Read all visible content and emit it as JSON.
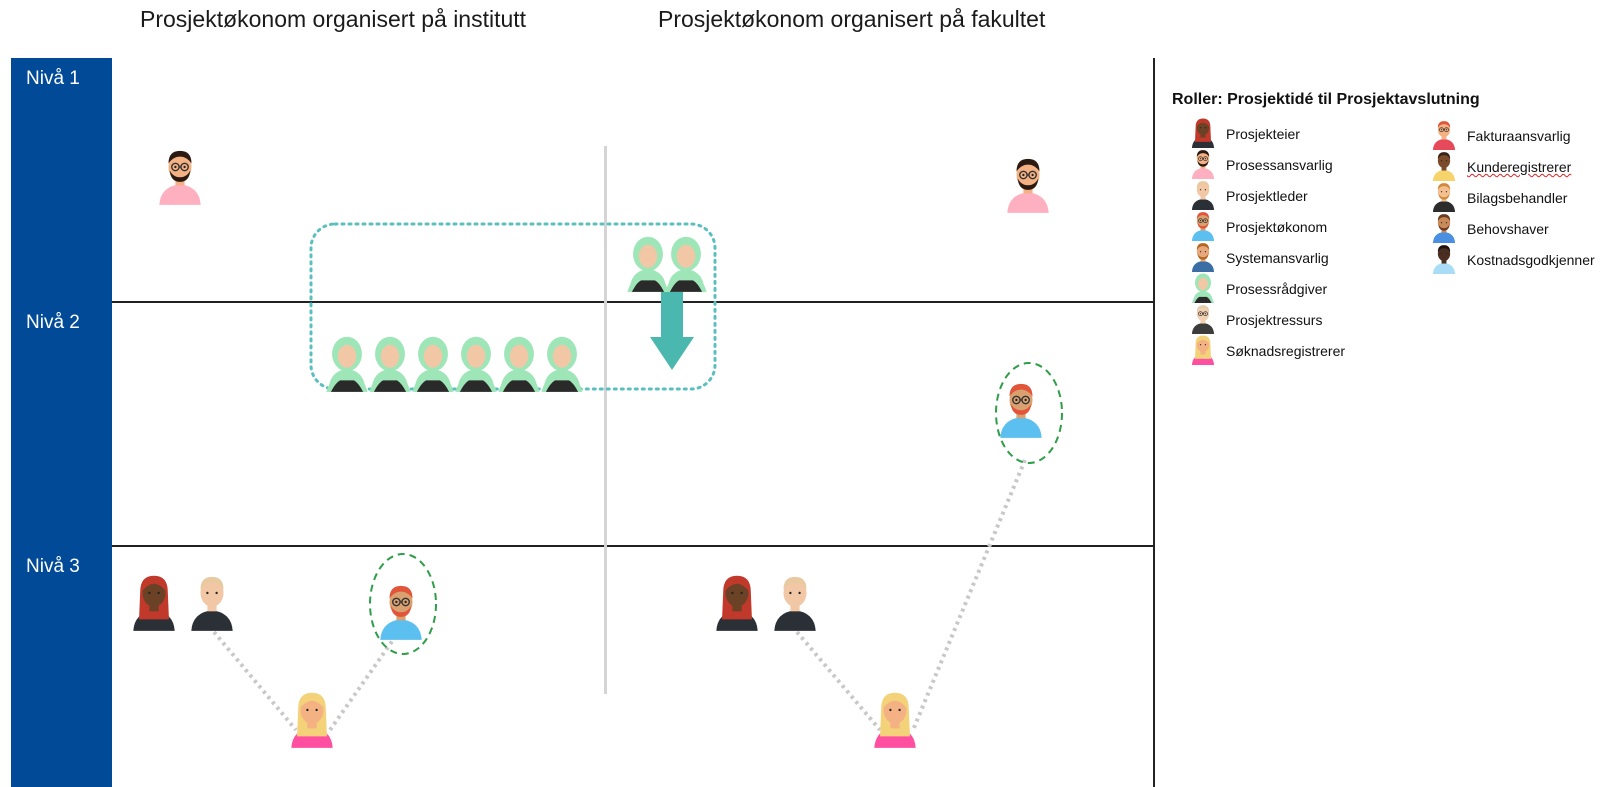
{
  "titles": {
    "institutt": "Prosjektøkonom organisert på institutt",
    "fakultet": "Prosjektøkonom organisert på fakultet"
  },
  "levels": [
    "Nivå 1",
    "Nivå 2",
    "Nivå 3"
  ],
  "legend": {
    "title": "Roller: Prosjektidé til Prosjektavslutning",
    "col1": [
      {
        "label": "Prosjekteier",
        "icon": "prosjekteier-icon"
      },
      {
        "label": "Prosessansvarlig",
        "icon": "prosessansvarlig-icon"
      },
      {
        "label": "Prosjektleder",
        "icon": "prosjektleder-icon"
      },
      {
        "label": "Prosjektøkonom",
        "icon": "prosjektokonom-icon"
      },
      {
        "label": "Systemansvarlig",
        "icon": "systemansvarlig-icon"
      },
      {
        "label": "Prosessrådgiver",
        "icon": "prosessradgiver-icon"
      },
      {
        "label": "Prosjektressurs",
        "icon": "prosjektressurs-icon"
      },
      {
        "label": "Søknadsregistrerer",
        "icon": "soknadsregistrerer-icon"
      }
    ],
    "col2": [
      {
        "label": "Fakturaansvarlig",
        "icon": "fakturaansvarlig-icon"
      },
      {
        "label": "Kunderegistrerer",
        "icon": "kunderegistrerer-icon"
      },
      {
        "label": "Bilagsbehandler",
        "icon": "bilagsbehandler-icon"
      },
      {
        "label": "Behovshaver",
        "icon": "behovshaver-icon"
      },
      {
        "label": "Kostnadsgodkjenner",
        "icon": "kostnadsgodkjenner-icon"
      }
    ]
  },
  "colors": {
    "level_band": "#004A97",
    "skin": "#F4B183",
    "skin_dark": "#6B4226",
    "hijab": "#9EE6B8",
    "teal_arrow": "#4BB8B0",
    "teal_dotted": "#5BBFBF",
    "green_dashed": "#2E9E48",
    "connector": "#C8C8C8",
    "pink_shirt": "#FFB0C0",
    "blue_shirt": "#5BC0F0",
    "dark_shirt": "#2B2F36",
    "magenta_shirt": "#FF4FA0",
    "red_hair": "#C0392B"
  }
}
